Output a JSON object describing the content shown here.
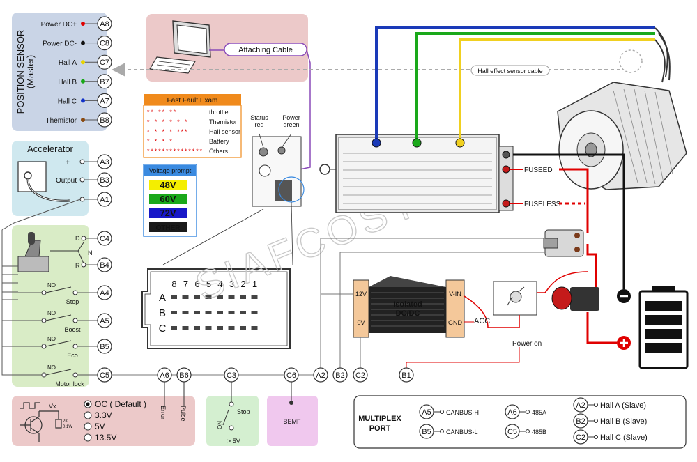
{
  "position_sensor": {
    "title": "POSITION SENSOR",
    "subtitle": "(Master)",
    "pins": [
      {
        "label": "Power DC+",
        "pin": "A8",
        "dot": "#e00000"
      },
      {
        "label": "Power DC-",
        "pin": "C8",
        "dot": "#111111"
      },
      {
        "label": "Hall A",
        "pin": "C7",
        "dot": "#e8d400"
      },
      {
        "label": "Hall B",
        "pin": "B7",
        "dot": "#18a818"
      },
      {
        "label": "Hall C",
        "pin": "A7",
        "dot": "#1030c8"
      },
      {
        "label": "Themistor",
        "pin": "B8",
        "dot": "#8a4a10"
      }
    ]
  },
  "accelerator": {
    "title": "Accelerator",
    "pins": [
      {
        "label": "+",
        "pin": "A3"
      },
      {
        "label": "Output",
        "pin": "B3"
      },
      {
        "label": "-",
        "pin": "A1"
      }
    ]
  },
  "switches": {
    "gear": {
      "d": "D",
      "n": "N",
      "r": "R",
      "pin_d": "C4",
      "pin_r": "B4"
    },
    "items": [
      {
        "no": "NO",
        "label": "Stop",
        "pin": "A4"
      },
      {
        "no": "NO",
        "label": "Boost",
        "pin": "A5"
      },
      {
        "no": "NO",
        "label": "Eco",
        "pin": "B5"
      },
      {
        "no": "NO",
        "label": "Motor lock",
        "pin": "C5"
      }
    ]
  },
  "cable_label": "Attaching Cable",
  "hall_cable_label": "Hall effect sensor cable",
  "fault_exam": {
    "title": "Fast Fault Exam",
    "rows": [
      {
        "code": "**      **      **",
        "label": "throttle"
      },
      {
        "code": "* * *      * * *",
        "label": "Themistor"
      },
      {
        "code": "* * * *      ***",
        "label": "Hall sensor"
      },
      {
        "code": "*  *        *  *",
        "label": "Battery"
      },
      {
        "code": "***************",
        "label": "Others"
      }
    ]
  },
  "voltage_prompt": {
    "title": "Voltage prompt",
    "items": [
      {
        "label": "48V",
        "bg": "#f4ee00",
        "fg": "#e0b000"
      },
      {
        "label": "60V",
        "bg": "#1aa81a",
        "fg": "#d8f0d8"
      },
      {
        "label": "72V",
        "bg": "#1818c8",
        "fg": "#d0d8ff"
      },
      {
        "label": "OTHER",
        "bg": "#1a1a1a",
        "fg": "#ffffff"
      }
    ]
  },
  "status": {
    "status_label": "Status\nred",
    "power_label": "Power\ngreen"
  },
  "connector": {
    "numbers": [
      "8",
      "7",
      "6",
      "5",
      "4",
      "3",
      "2",
      "1"
    ],
    "rows": [
      "A",
      "B",
      "C"
    ]
  },
  "watermark": "SIAFCOSYS",
  "power": {
    "fuseed": "FUSEED",
    "fuseless": "FUSELESS",
    "dcdc_title": "Isolated\nDC/DC",
    "v12": "12V",
    "v0": "0V",
    "vin": "V-IN",
    "gnd": "GND",
    "acc": "ACC",
    "power_on": "Power on"
  },
  "bottom_pins": [
    "A6",
    "B6",
    "C3",
    "C6",
    "A2",
    "B2",
    "C2",
    "B1"
  ],
  "bottom_labels": {
    "a6": "Error",
    "b6": "Pulse",
    "stop": "Stop",
    "gt5v": "> 5V",
    "no": "NO",
    "bemf": "BEMF"
  },
  "output_box": {
    "vx": "Vx",
    "r1": "2K",
    "r2": "0.1W",
    "options": [
      {
        "label": "OC ( Default )",
        "selected": true
      },
      {
        "label": "3.3V",
        "selected": false
      },
      {
        "label": "5V",
        "selected": false
      },
      {
        "label": "13.5V",
        "selected": false
      }
    ]
  },
  "multiplex": {
    "title": "MULTIPLEX\nPORT",
    "col1": [
      {
        "pin": "A5",
        "label": "CANBUS-H"
      },
      {
        "pin": "B5",
        "label": "CANBUS-L"
      }
    ],
    "col2": [
      {
        "pin": "A6",
        "label": "485A"
      },
      {
        "pin": "C5",
        "label": "485B"
      }
    ],
    "col3": [
      {
        "pin": "A2",
        "label": "Hall A (Slave)"
      },
      {
        "pin": "B2",
        "label": "Hall B (Slave)"
      },
      {
        "pin": "C2",
        "label": "Hall C (Slave)"
      }
    ]
  }
}
